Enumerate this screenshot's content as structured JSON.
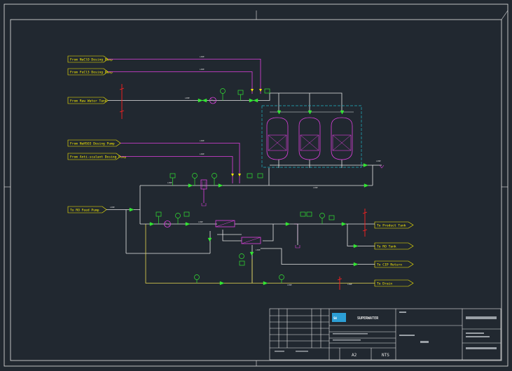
{
  "labels": {
    "naclo": "From NaClO Dosing Pump",
    "fecl3": "From FeCl3 Dosing Pump",
    "raw_water": "From Raw Water Tank",
    "nahso3": "From NaHSO3 Dosing Pump",
    "antiscalant": "From Anti-scalant Dosing Pump",
    "ro_feed": "To RO Feed Pump",
    "product": "To Product Tank",
    "ro_tank": "To RO Tank",
    "cip_return": "To CIP Return",
    "drain": "To Drain"
  },
  "title_block": {
    "company": "SUPERWATER",
    "sheet_size": "A2",
    "scale": "NTS"
  },
  "colors": {
    "background": "#212830",
    "frame": "#e6e6e6",
    "process_line": "#e6e6e6",
    "chemical_line": "#e040e0",
    "drain_line": "#e8d850",
    "instrument": "#33e633",
    "break_mark": "#ff2020",
    "skid_boundary": "#22b5c5",
    "label_tag": "#fff200"
  }
}
